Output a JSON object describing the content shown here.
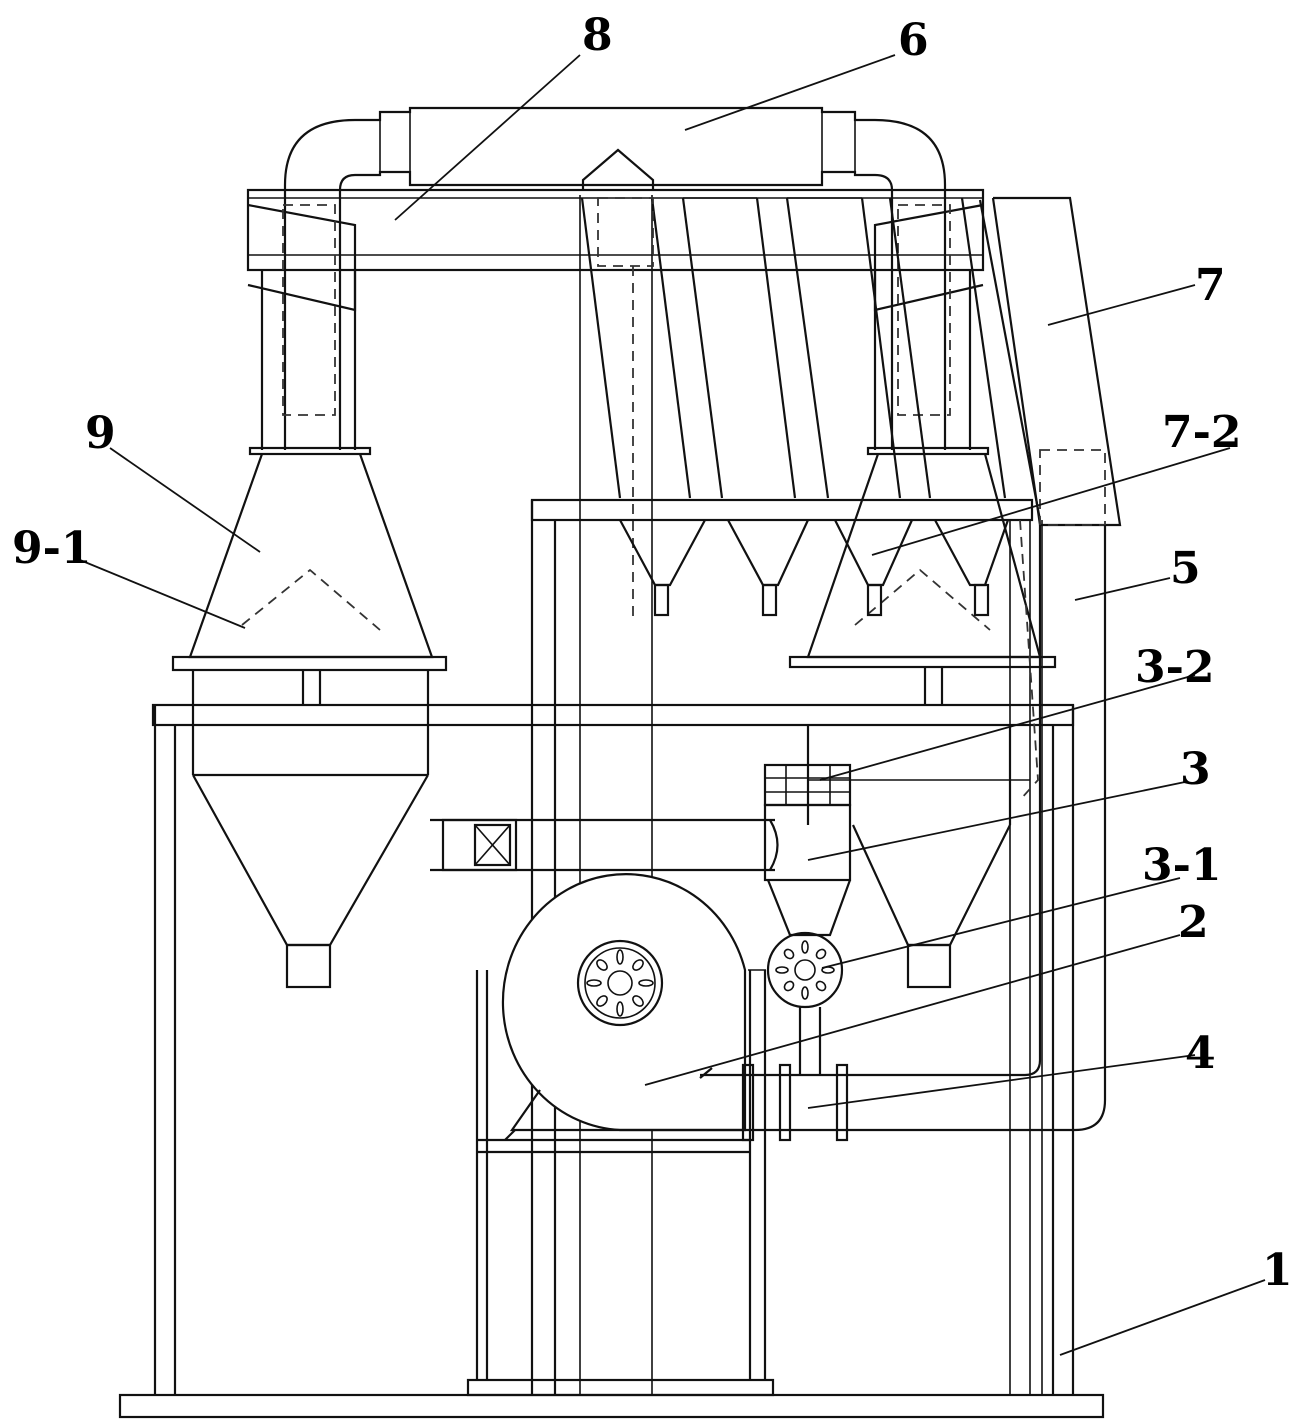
{
  "labels": {
    "l1": "1",
    "l2": "2",
    "l3": "3",
    "l3_1": "3-1",
    "l3_2": "3-2",
    "l4": "4",
    "l5": "5",
    "l6": "6",
    "l7": "7",
    "l7_2": "7-2",
    "l8": "8",
    "l9": "9",
    "l9_1": "9-1"
  }
}
